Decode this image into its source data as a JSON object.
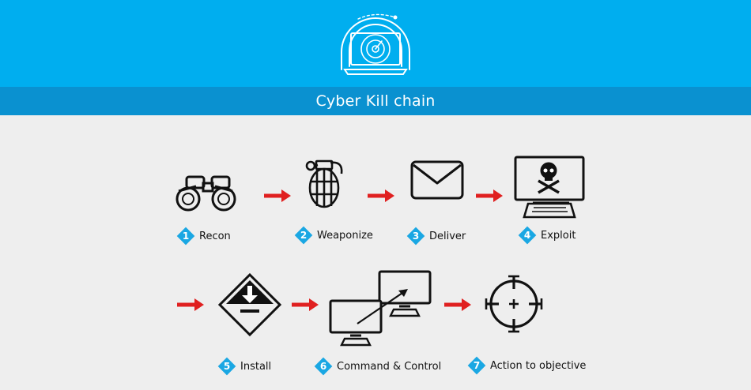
{
  "header": {
    "title": "Cyber Kill chain",
    "logo_icon": "laptop-target-icon"
  },
  "colors": {
    "header_bg": "#00aeef",
    "title_bar_bg": "#0a91d0",
    "page_bg": "#eeeeee",
    "arrow": "#e02020",
    "badge": "#1aa7e3",
    "icon": "#111111"
  },
  "steps": [
    {
      "num": "1",
      "label": "Recon",
      "icon": "binoculars-icon"
    },
    {
      "num": "2",
      "label": "Weaponize",
      "icon": "grenade-icon"
    },
    {
      "num": "3",
      "label": "Deliver",
      "icon": "envelope-icon"
    },
    {
      "num": "4",
      "label": "Exploit",
      "icon": "skull-monitor-icon"
    },
    {
      "num": "5",
      "label": "Install",
      "icon": "download-diamond-icon"
    },
    {
      "num": "6",
      "label": "Command & Control",
      "icon": "two-monitors-icon"
    },
    {
      "num": "7",
      "label": "Action to objective",
      "icon": "crosshair-icon"
    }
  ]
}
